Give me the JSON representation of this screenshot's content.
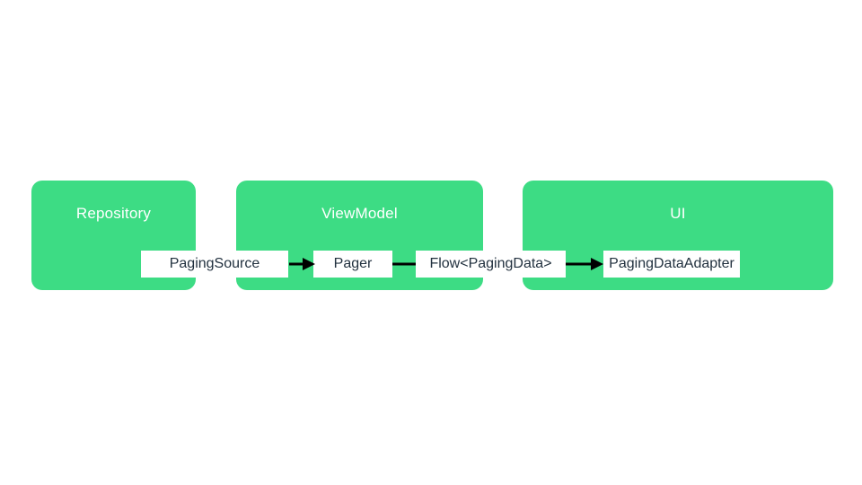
{
  "diagram": {
    "background_color": "#ffffff",
    "container_fill_color": "#3ddc84",
    "container_title_color": "#ffffff",
    "node_fill_color": "#ffffff",
    "node_text_color": "#22313f",
    "connector_color": "#000000",
    "containers": [
      {
        "id": "repository",
        "label": "Repository"
      },
      {
        "id": "viewmodel",
        "label": "ViewModel"
      },
      {
        "id": "ui",
        "label": "UI"
      }
    ],
    "nodes": [
      {
        "id": "paging-source",
        "label": "PagingSource",
        "container": "Repository"
      },
      {
        "id": "pager",
        "label": "Pager",
        "container": "ViewModel"
      },
      {
        "id": "flow-paging-data",
        "label": "Flow<PagingData>",
        "container": "ViewModel / UI boundary"
      },
      {
        "id": "paging-data-adapter",
        "label": "PagingDataAdapter",
        "container": "UI"
      }
    ],
    "connectors": [
      {
        "from": "PagingSource",
        "to": "Pager",
        "arrowhead": true
      },
      {
        "from": "Pager",
        "to": "Flow<PagingData>",
        "arrowhead": false
      },
      {
        "from": "Flow<PagingData>",
        "to": "PagingDataAdapter",
        "arrowhead": true
      }
    ]
  }
}
